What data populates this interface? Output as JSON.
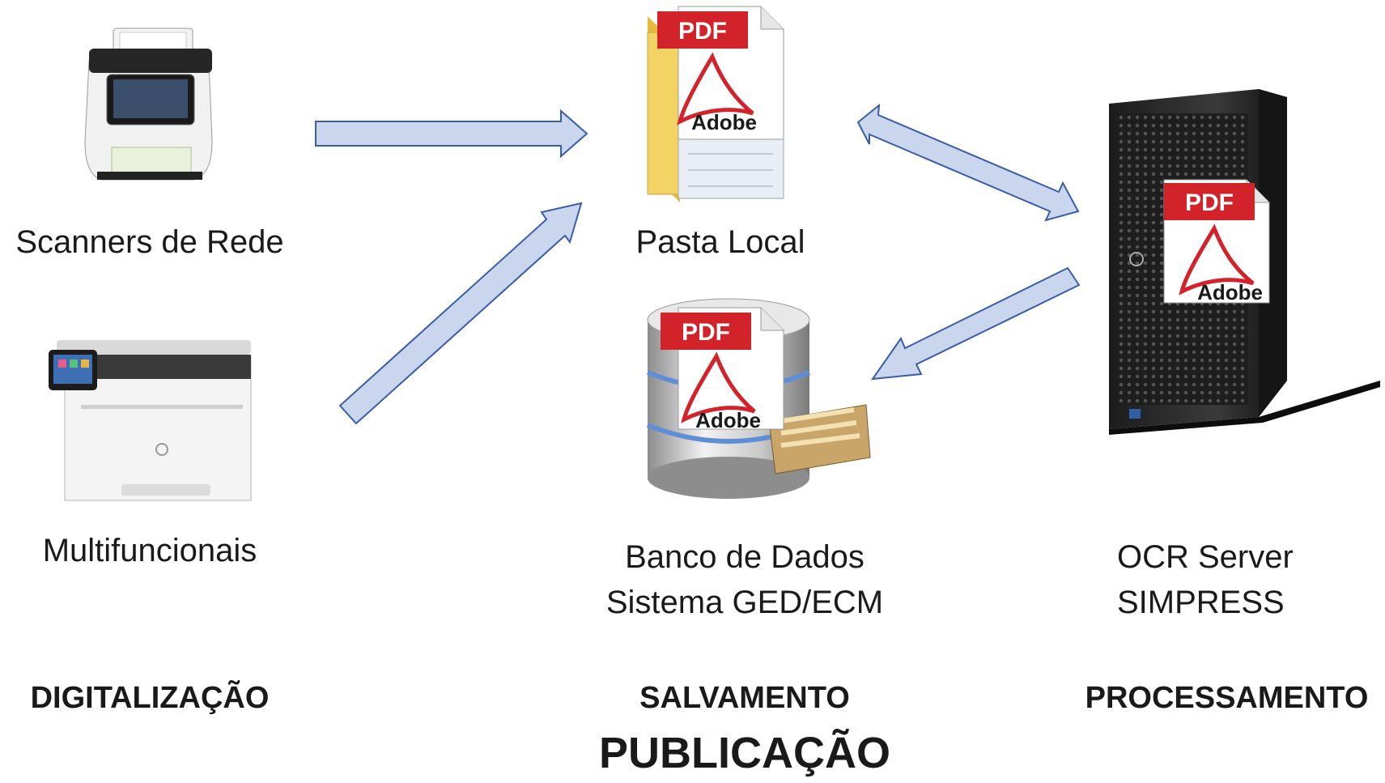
{
  "nodes": {
    "scanner": {
      "label": "Scanners de Rede"
    },
    "mfp": {
      "label": "Multifuncionais"
    },
    "folder": {
      "label": "Pasta Local"
    },
    "database": {
      "line1": "Banco de Dados",
      "line2": "Sistema GED/ECM"
    },
    "server": {
      "line1": "OCR Server",
      "line2": "SIMPRESS"
    }
  },
  "pdf_badge": {
    "header": "PDF",
    "brand": "Adobe"
  },
  "stages": {
    "digitalizacao": "DIGITALIZAÇÃO",
    "salvamento": "SALVAMENTO",
    "processamento": "PROCESSAMENTO",
    "publicacao": "PUBLICAÇÃO"
  },
  "colors": {
    "arrow_fill": "#c9d6ee",
    "arrow_stroke": "#3a5da8",
    "pdf_red": "#d2232a",
    "server_body": "#2b2b2b",
    "folder_yellow": "#f2d364"
  }
}
